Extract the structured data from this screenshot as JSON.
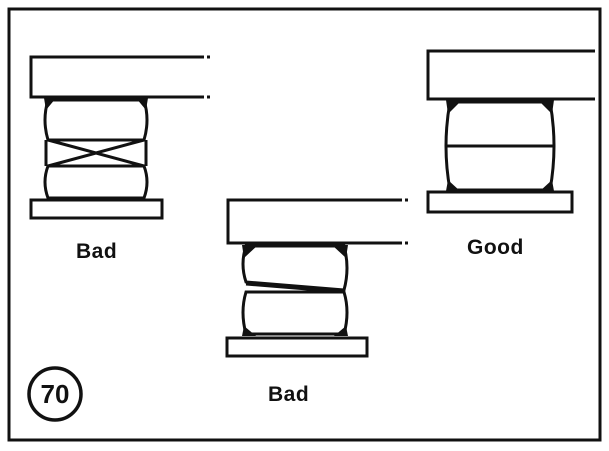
{
  "figure": {
    "labels": {
      "bad_left": "Bad",
      "bad_center": "Bad",
      "good": "Good"
    },
    "figure_number": "70"
  },
  "colors": {
    "ink": "#111111",
    "paper": "#ffffff"
  }
}
